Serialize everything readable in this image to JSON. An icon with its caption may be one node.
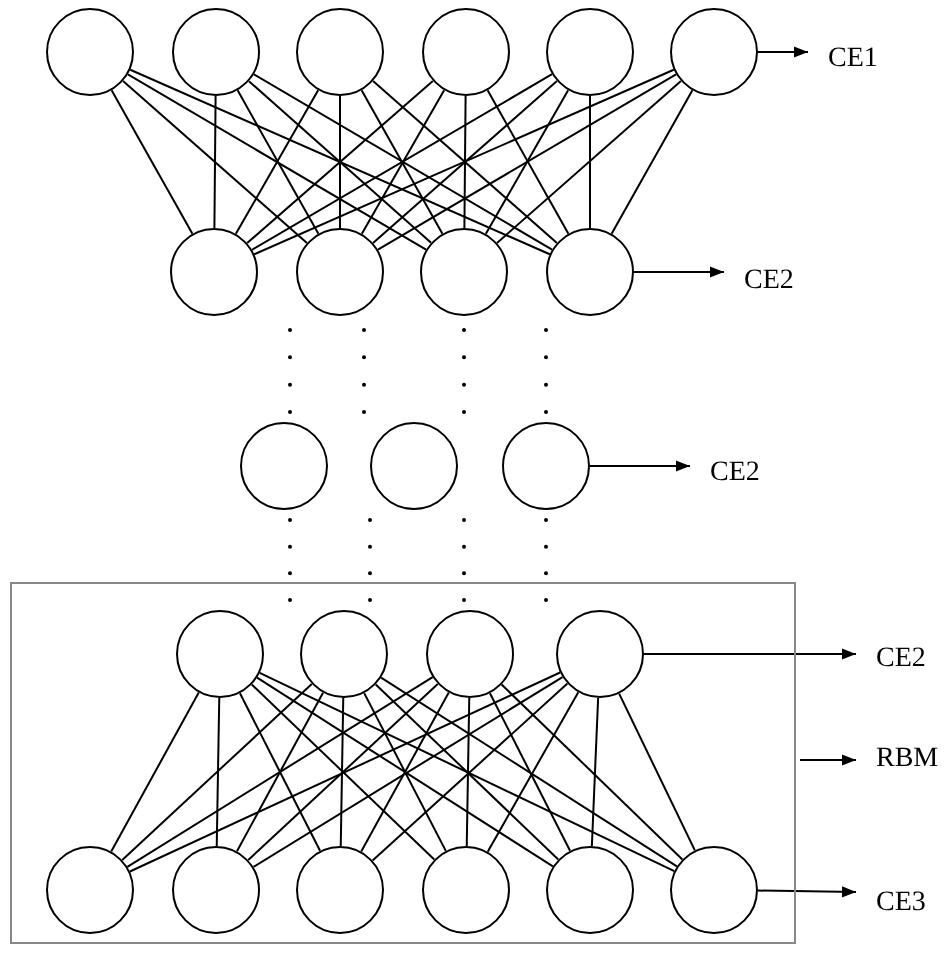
{
  "diagram": {
    "nodes": [
      {
        "text": [],
        "shape": "circle"
      },
      {
        "text": [],
        "shape": "circle"
      },
      {
        "text": [],
        "shape": "circle"
      },
      {
        "text": [],
        "shape": "circle"
      },
      {
        "text": [],
        "shape": "circle"
      },
      {
        "text": [],
        "shape": "circle"
      },
      {
        "text": [
          "CE1"
        ]
      },
      {
        "text": [],
        "shape": "circle"
      },
      {
        "text": [],
        "shape": "circle"
      },
      {
        "text": [],
        "shape": "circle"
      },
      {
        "text": [],
        "shape": "circle"
      },
      {
        "text": [
          "CE2"
        ]
      },
      {
        "text": [],
        "shape": "circle"
      },
      {
        "text": [],
        "shape": "circle"
      },
      {
        "text": [],
        "shape": "circle"
      },
      {
        "text": [
          "CE2"
        ]
      },
      {
        "text": [],
        "shape": "box"
      },
      {
        "text": [],
        "shape": "circle",
        "in": 16
      },
      {
        "text": [],
        "shape": "circle",
        "in": 16
      },
      {
        "text": [],
        "shape": "circle",
        "in": 16
      },
      {
        "text": [],
        "shape": "circle",
        "in": 16
      },
      {
        "text": [
          "CE2"
        ]
      },
      {
        "text": [
          "RBM"
        ]
      },
      {
        "text": [],
        "shape": "circle",
        "in": 16
      },
      {
        "text": [],
        "shape": "circle",
        "in": 16
      },
      {
        "text": [],
        "shape": "circle",
        "in": 16
      },
      {
        "text": [],
        "shape": "circle",
        "in": 16
      },
      {
        "text": [],
        "shape": "circle",
        "in": 16
      },
      {
        "text": [],
        "shape": "circle",
        "in": 16
      },
      {
        "text": [
          "CE3"
        ]
      }
    ],
    "edges": [
      {
        "from": 5,
        "to": 6,
        "arrow": "to"
      },
      {
        "from": 0,
        "to": 7,
        "arrow": "none"
      },
      {
        "from": 0,
        "to": 8,
        "arrow": "none"
      },
      {
        "from": 0,
        "to": 9,
        "arrow": "none"
      },
      {
        "from": 0,
        "to": 10,
        "arrow": "none"
      },
      {
        "from": 1,
        "to": 7,
        "arrow": "none"
      },
      {
        "from": 1,
        "to": 8,
        "arrow": "none"
      },
      {
        "from": 1,
        "to": 9,
        "arrow": "none"
      },
      {
        "from": 1,
        "to": 10,
        "arrow": "none"
      },
      {
        "from": 2,
        "to": 7,
        "arrow": "none"
      },
      {
        "from": 2,
        "to": 8,
        "arrow": "none"
      },
      {
        "from": 2,
        "to": 9,
        "arrow": "none"
      },
      {
        "from": 2,
        "to": 10,
        "arrow": "none"
      },
      {
        "from": 3,
        "to": 7,
        "arrow": "none"
      },
      {
        "from": 3,
        "to": 8,
        "arrow": "none"
      },
      {
        "from": 3,
        "to": 9,
        "arrow": "none"
      },
      {
        "from": 3,
        "to": 10,
        "arrow": "none"
      },
      {
        "from": 4,
        "to": 7,
        "arrow": "none"
      },
      {
        "from": 4,
        "to": 8,
        "arrow": "none"
      },
      {
        "from": 4,
        "to": 9,
        "arrow": "none"
      },
      {
        "from": 4,
        "to": 10,
        "arrow": "none"
      },
      {
        "from": 5,
        "to": 7,
        "arrow": "none"
      },
      {
        "from": 5,
        "to": 8,
        "arrow": "none"
      },
      {
        "from": 5,
        "to": 9,
        "arrow": "none"
      },
      {
        "from": 5,
        "to": 10,
        "arrow": "none"
      },
      {
        "from": 10,
        "to": 11,
        "arrow": "to"
      },
      {
        "from": 14,
        "to": 15,
        "arrow": "to"
      },
      {
        "from": 20,
        "to": 21,
        "arrow": "to"
      },
      {
        "from": 16,
        "to": 22,
        "arrow": "to"
      },
      {
        "from": 17,
        "to": 23,
        "arrow": "none"
      },
      {
        "from": 17,
        "to": 24,
        "arrow": "none"
      },
      {
        "from": 17,
        "to": 25,
        "arrow": "none"
      },
      {
        "from": 17,
        "to": 26,
        "arrow": "none"
      },
      {
        "from": 17,
        "to": 27,
        "arrow": "none"
      },
      {
        "from": 17,
        "to": 28,
        "arrow": "none"
      },
      {
        "from": 18,
        "to": 23,
        "arrow": "none"
      },
      {
        "from": 18,
        "to": 24,
        "arrow": "none"
      },
      {
        "from": 18,
        "to": 25,
        "arrow": "none"
      },
      {
        "from": 18,
        "to": 26,
        "arrow": "none"
      },
      {
        "from": 18,
        "to": 27,
        "arrow": "none"
      },
      {
        "from": 18,
        "to": 28,
        "arrow": "none"
      },
      {
        "from": 19,
        "to": 23,
        "arrow": "none"
      },
      {
        "from": 19,
        "to": 24,
        "arrow": "none"
      },
      {
        "from": 19,
        "to": 25,
        "arrow": "none"
      },
      {
        "from": 19,
        "to": 26,
        "arrow": "none"
      },
      {
        "from": 19,
        "to": 27,
        "arrow": "none"
      },
      {
        "from": 19,
        "to": 28,
        "arrow": "none"
      },
      {
        "from": 20,
        "to": 23,
        "arrow": "none"
      },
      {
        "from": 20,
        "to": 24,
        "arrow": "none"
      },
      {
        "from": 20,
        "to": 25,
        "arrow": "none"
      },
      {
        "from": 20,
        "to": 26,
        "arrow": "none"
      },
      {
        "from": 20,
        "to": 27,
        "arrow": "none"
      },
      {
        "from": 20,
        "to": 28,
        "arrow": "none"
      },
      {
        "from": 28,
        "to": 29,
        "arrow": "to"
      }
    ]
  }
}
